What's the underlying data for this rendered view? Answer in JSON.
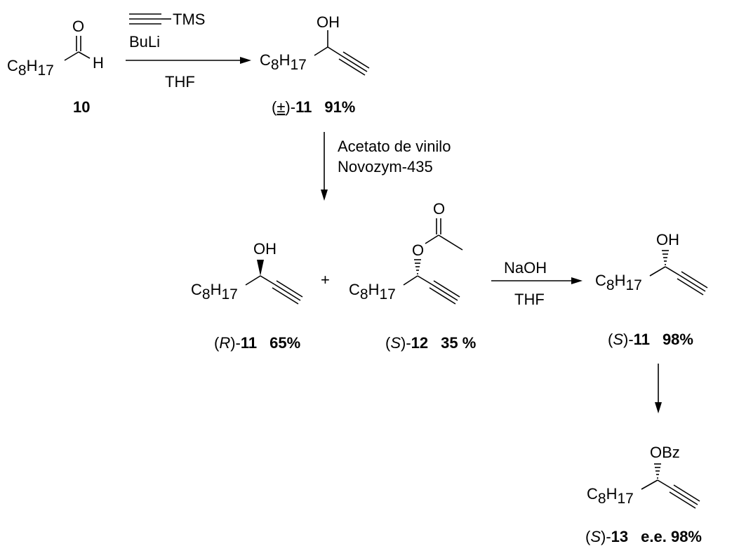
{
  "compounds": {
    "c10": {
      "r": "C",
      "r_sub1": "8",
      "r_h": "H",
      "r_sub2": "17",
      "o": "O",
      "h": "H",
      "label": "10"
    },
    "c11_rac": {
      "r": "C",
      "r_sub1": "8",
      "r_h": "H",
      "r_sub2": "17",
      "oh": "OH",
      "label_open": "(",
      "label_pm": "±",
      "label_close": ")-",
      "label_num": "11",
      "label_yield": "91%"
    },
    "c11_r": {
      "r": "C",
      "r_sub1": "8",
      "r_h": "H",
      "r_sub2": "17",
      "oh": "OH",
      "label_open": "(",
      "label_cfg": "R",
      "label_close": ")-",
      "label_num": "11",
      "label_yield": "65%"
    },
    "c12_s": {
      "r": "C",
      "r_sub1": "8",
      "r_h": "H",
      "r_sub2": "17",
      "o_ester": "O",
      "o_carbonyl": "O",
      "label_open": "(",
      "label_cfg": "S",
      "label_close": ")-",
      "label_num": "12",
      "label_yield": "35 %"
    },
    "c11_s": {
      "r": "C",
      "r_sub1": "8",
      "r_h": "H",
      "r_sub2": "17",
      "oh": "OH",
      "label_open": "(",
      "label_cfg": "S",
      "label_close": ")-",
      "label_num": "11",
      "label_yield": "98%"
    },
    "c13_s": {
      "r": "C",
      "r_sub1": "8",
      "r_h": "H",
      "r_sub2": "17",
      "obz": "OBz",
      "label_open": "(",
      "label_cfg": "S",
      "label_close": ")-",
      "label_num": "13",
      "label_yield": "e.e. 98%"
    }
  },
  "reactions": {
    "step1": {
      "reagent_tms": "TMS",
      "reagent_base": "BuLi",
      "solvent": "THF"
    },
    "step2": {
      "reagent_1": "Acetato de vinilo",
      "reagent_2": "Novozym-435"
    },
    "step3": {
      "reagent": "NaOH",
      "solvent": "THF"
    }
  },
  "plus_sign": "+"
}
